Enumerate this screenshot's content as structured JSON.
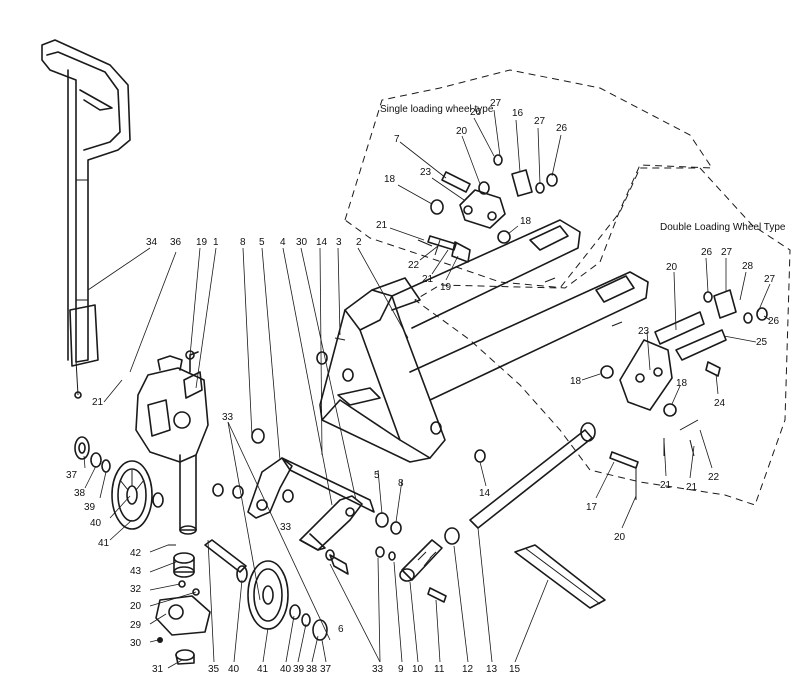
{
  "captions": {
    "single": "Single loading wheel type",
    "double": "Double  Loading Wheel Type"
  },
  "callouts": {
    "n1": "1",
    "n2": "2",
    "n3": "3",
    "n4": "4",
    "n5a": "5",
    "n5b": "5",
    "n6": "6",
    "n7": "7",
    "n8a": "8",
    "n8b": "8",
    "n9": "9",
    "n10": "10",
    "n11": "11",
    "n12": "12",
    "n13": "13",
    "n14a": "14",
    "n14b": "14",
    "n15": "15",
    "n16": "16",
    "n17": "17",
    "n18a": "18",
    "n18b": "18",
    "n18c": "18",
    "n18d": "18",
    "n19a": "19",
    "n19b": "19",
    "n20a": "20",
    "n20b": "20",
    "n20c": "20",
    "n20d": "20",
    "n21a": "21",
    "n21b": "21",
    "n21c": "21",
    "n21d": "21",
    "n21e": "21",
    "n22a": "22",
    "n22b": "22",
    "n23a": "23",
    "n23b": "23",
    "n24": "24",
    "n25": "25",
    "n26a": "26",
    "n26b": "26",
    "n26c": "26",
    "n26d": "26",
    "n27a": "27",
    "n27b": "27",
    "n27c": "27",
    "n27d": "27",
    "n28": "28",
    "n29": "29",
    "n30a": "30",
    "n30b": "30",
    "n31": "31",
    "n32": "32",
    "n33a": "33",
    "n33b": "33",
    "n33c": "33",
    "n34": "34",
    "n35": "35",
    "n36": "36",
    "n37a": "37",
    "n37b": "37",
    "n38a": "38",
    "n38b": "38",
    "n39a": "39",
    "n39b": "39",
    "n40a": "40",
    "n40b": "40",
    "n40c": "40",
    "n41a": "41",
    "n41b": "41",
    "n42": "42",
    "n43": "43"
  }
}
